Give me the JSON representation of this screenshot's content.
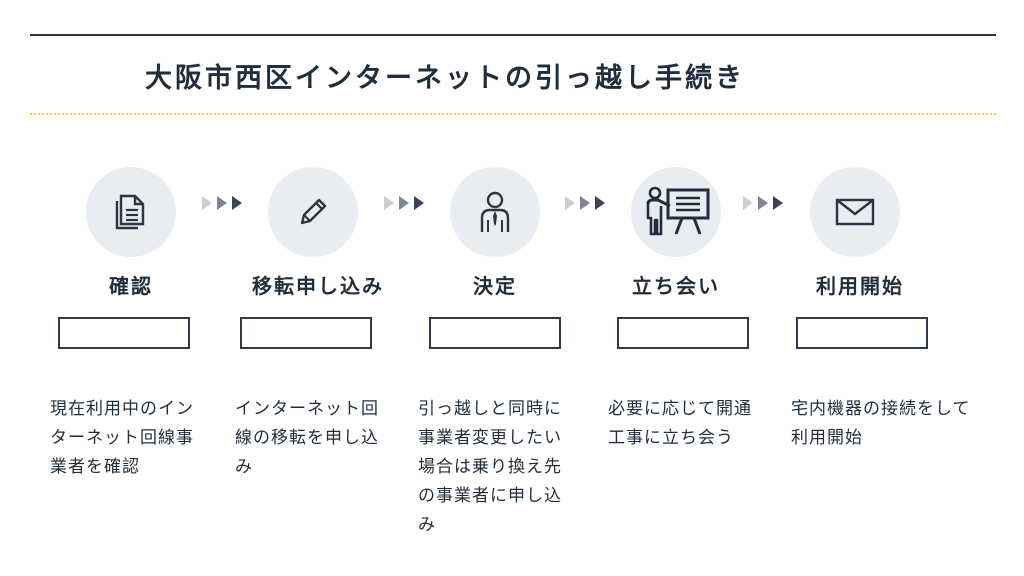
{
  "title": "大阪市西区インターネットの引っ越し手続き",
  "colors": {
    "accent_dots": "#f2d43c",
    "circle_bg": "#e9edf2",
    "ink": "#1f2d3d",
    "arrow": "#3a4656"
  },
  "steps": [
    {
      "icon": "document-icon",
      "label": "確認",
      "desc": "現在利用中のインターネット回線事業者を確認"
    },
    {
      "icon": "pencil-icon",
      "label": "移転申し込み",
      "desc": "インターネット回線の移転を申し込み"
    },
    {
      "icon": "person-icon",
      "label": "決定",
      "desc": "引っ越しと同時に事業者変更したい場合は乗り換え先の事業者に申し込み"
    },
    {
      "icon": "presenter-icon",
      "label": "立ち会い",
      "desc": "必要に応じて開通工事に立ち会う"
    },
    {
      "icon": "mail-icon",
      "label": "利用開始",
      "desc": "宅内機器の接続をして利用開始"
    }
  ]
}
